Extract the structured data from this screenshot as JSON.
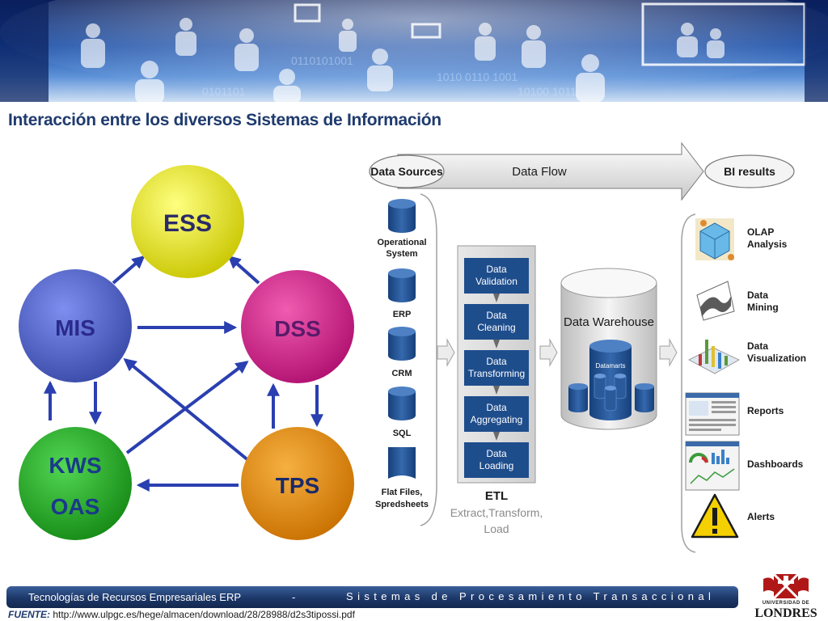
{
  "slide_title": "Interacción entre los diversos Sistemas de Información",
  "systems_diagram": {
    "nodes": [
      {
        "id": "ess",
        "label": "ESS",
        "color": "#e0e020"
      },
      {
        "id": "mis",
        "label": "MIS",
        "color": "#4a5fc4"
      },
      {
        "id": "dss",
        "label": "DSS",
        "color": "#d0208a"
      },
      {
        "id": "kws",
        "label_line1": "KWS",
        "label_line2": "OAS",
        "color": "#22aa22"
      },
      {
        "id": "tps",
        "label": "TPS",
        "color": "#e08a10"
      }
    ]
  },
  "bi_diagram": {
    "header": {
      "sources": "Data Sources",
      "flow": "Data Flow",
      "results": "BI results"
    },
    "sources": [
      {
        "label": "Operational",
        "label2": "System"
      },
      {
        "label": "ERP"
      },
      {
        "label": "CRM"
      },
      {
        "label": "SQL"
      },
      {
        "label": "Flat Files,",
        "label2": "Spredsheets"
      }
    ],
    "etl_steps": [
      {
        "line1": "Data",
        "line2": "Validation"
      },
      {
        "line1": "Data",
        "line2": "Cleaning"
      },
      {
        "line1": "Data",
        "line2": "Transforming"
      },
      {
        "line1": "Data",
        "line2": "Aggregating"
      },
      {
        "line1": "Data",
        "line2": "Loading"
      }
    ],
    "etl_title": "ETL",
    "etl_subtitle1": "Extract,Transform,",
    "etl_subtitle2": "Load",
    "warehouse_label": "Data Warehouse",
    "datamarts_label": "Datamarts",
    "results": [
      {
        "line1": "OLAP",
        "line2": "Analysis",
        "icon": "olap-cube-icon"
      },
      {
        "line1": "Data",
        "line2": "Mining",
        "icon": "surface-plot-icon"
      },
      {
        "line1": "Data",
        "line2": "Visualization",
        "icon": "3d-chart-icon"
      },
      {
        "line1": "Reports",
        "icon": "report-screen-icon"
      },
      {
        "line1": "Dashboards",
        "icon": "dashboard-screen-icon"
      },
      {
        "line1": "Alerts",
        "icon": "warning-icon"
      }
    ]
  },
  "footer": {
    "course": "Tecnologías de Recursos Empresariales ERP",
    "dash": "-",
    "topic": "Sistemas de Procesamiento Transaccional"
  },
  "source": {
    "label": "FUENTE:",
    "url": "http://www.ulpgc.es/hege/almacen/download/28/28988/d2s3tipossi.pdf"
  },
  "logo": {
    "line1": "UNIVERSIDAD DE",
    "line2": "LONDRES"
  },
  "colors": {
    "title": "#1f3b6e",
    "etl_box": "#1e4d8c",
    "cylinder": "#1e4d8c",
    "arrow": "#2a3fb0",
    "footer_bar": "#1c3768"
  }
}
